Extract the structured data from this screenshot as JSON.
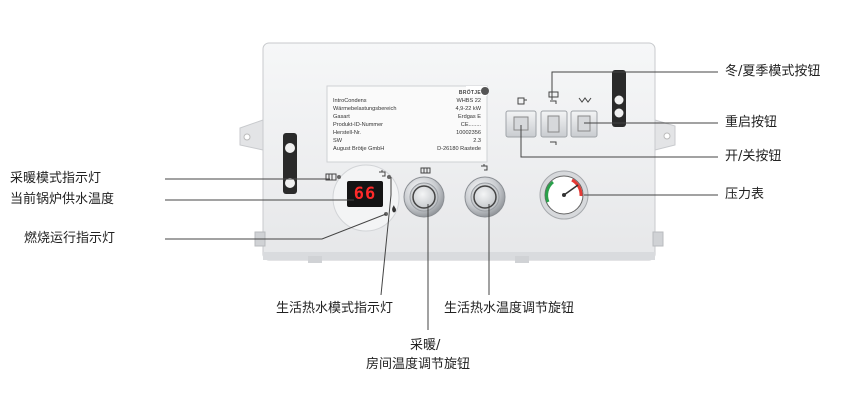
{
  "plate": {
    "brand": "BRÖTJE",
    "rows": [
      {
        "k": "IntroCondens",
        "v": "WHBS 22"
      },
      {
        "k": "Wärmebelastungsbereich",
        "v": "4,9-22 kW"
      },
      {
        "k": "Gasart",
        "v": "Erdgas E"
      },
      {
        "k": "Produkt-ID-Nummer",
        "v": "CE........"
      },
      {
        "k": "Herstell-Nr.",
        "v": "10002356"
      },
      {
        "k": "SW",
        "v": "2.3"
      },
      {
        "k": "August Brötje GmbH",
        "v": "D-26180 Rastede"
      }
    ]
  },
  "display": {
    "value": "66"
  },
  "labels": {
    "heating_mode_light": "采暖模式指示灯",
    "supply_temp": "当前锅炉供水温度",
    "burner_light": "燃烧运行指示灯",
    "winter_summer_button": "冬/夏季模式按钮",
    "reset_button": "重启按钮",
    "power_button": "开/关按钮",
    "pressure_gauge": "压力表",
    "dhw_mode_light": "生活热水模式指示灯",
    "dhw_temp_knob": "生活热水温度调节旋钮",
    "heating_knob_line1": "采暖/",
    "heating_knob_line2": "房间温度调节旋钮"
  },
  "colors": {
    "panel": "#eeeff0",
    "display_digits": "#ff2a2a",
    "handle": "#2a2a2a"
  },
  "icons": [
    "radiator-icon",
    "tap-icon",
    "flame-icon",
    "power-icon",
    "reset-icon",
    "winter-summer-icon"
  ]
}
